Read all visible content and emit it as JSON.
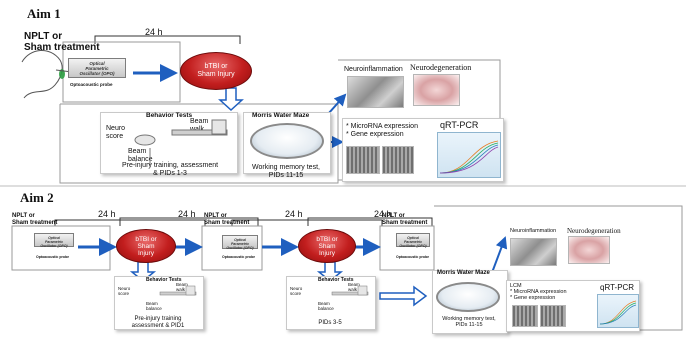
{
  "aim1": {
    "title": "Aim 1",
    "treatment_label": "NPLT or\nSham treatment",
    "interval": "24 h",
    "opo_label": "Optical\nParametric\nOscillator (OPO)",
    "probe_label": "Optoacoustic probe",
    "injury_label": "bTBI or\nSham Injury",
    "behavior": {
      "header": "Behavior Tests",
      "neuro": "Neuro\nscore",
      "beam_walk": "Beam\nwalk",
      "beam_balance": "Beam\nbalance",
      "caption": "Pre-injury training, assessment\n& PIDs 1-3"
    },
    "mwm": {
      "header": "Morris Water Maze",
      "caption": "Working memory test,\nPIDs 11-15"
    },
    "neuroinflammation": "Neuroinflammation",
    "neurodegeneration": "Neurodegeneration",
    "expression": "* MicroRNA expression\n* Gene expression",
    "qrt": "qRT-PCR"
  },
  "aim2": {
    "title": "Aim 2",
    "treatment_label": "NPLT or\nSham treatment",
    "interval": "24 h",
    "opo_label": "Optical\nParametric\nOscillator (OPO)",
    "probe_label": "Optoacoustic probe",
    "injury_label": "bTBI or\nSham\nInjury",
    "behavior": {
      "header": "Behavior Tests",
      "neuro": "Neuro\nscore",
      "beam_walk": "Beam\nwalk",
      "beam_balance": "Beam\nbalance",
      "caption1": "Pre-injury training\nassessment & PID1",
      "caption2": "PIDs 3-5"
    },
    "mwm": {
      "header": "Morris Water Maze",
      "caption": "Working memory test,\nPIDs 11-15"
    },
    "neuroinflammation": "Neuroinflammation",
    "neurodegeneration": "Neurodegeneration",
    "expression": "LCM\n* MicroRNA expression\n* Gene expression",
    "qrt": "qRT-PCR"
  },
  "colors": {
    "arrow": "#1f5fbf",
    "oval": "#c21e1e",
    "frame": "#9a9a9a"
  }
}
